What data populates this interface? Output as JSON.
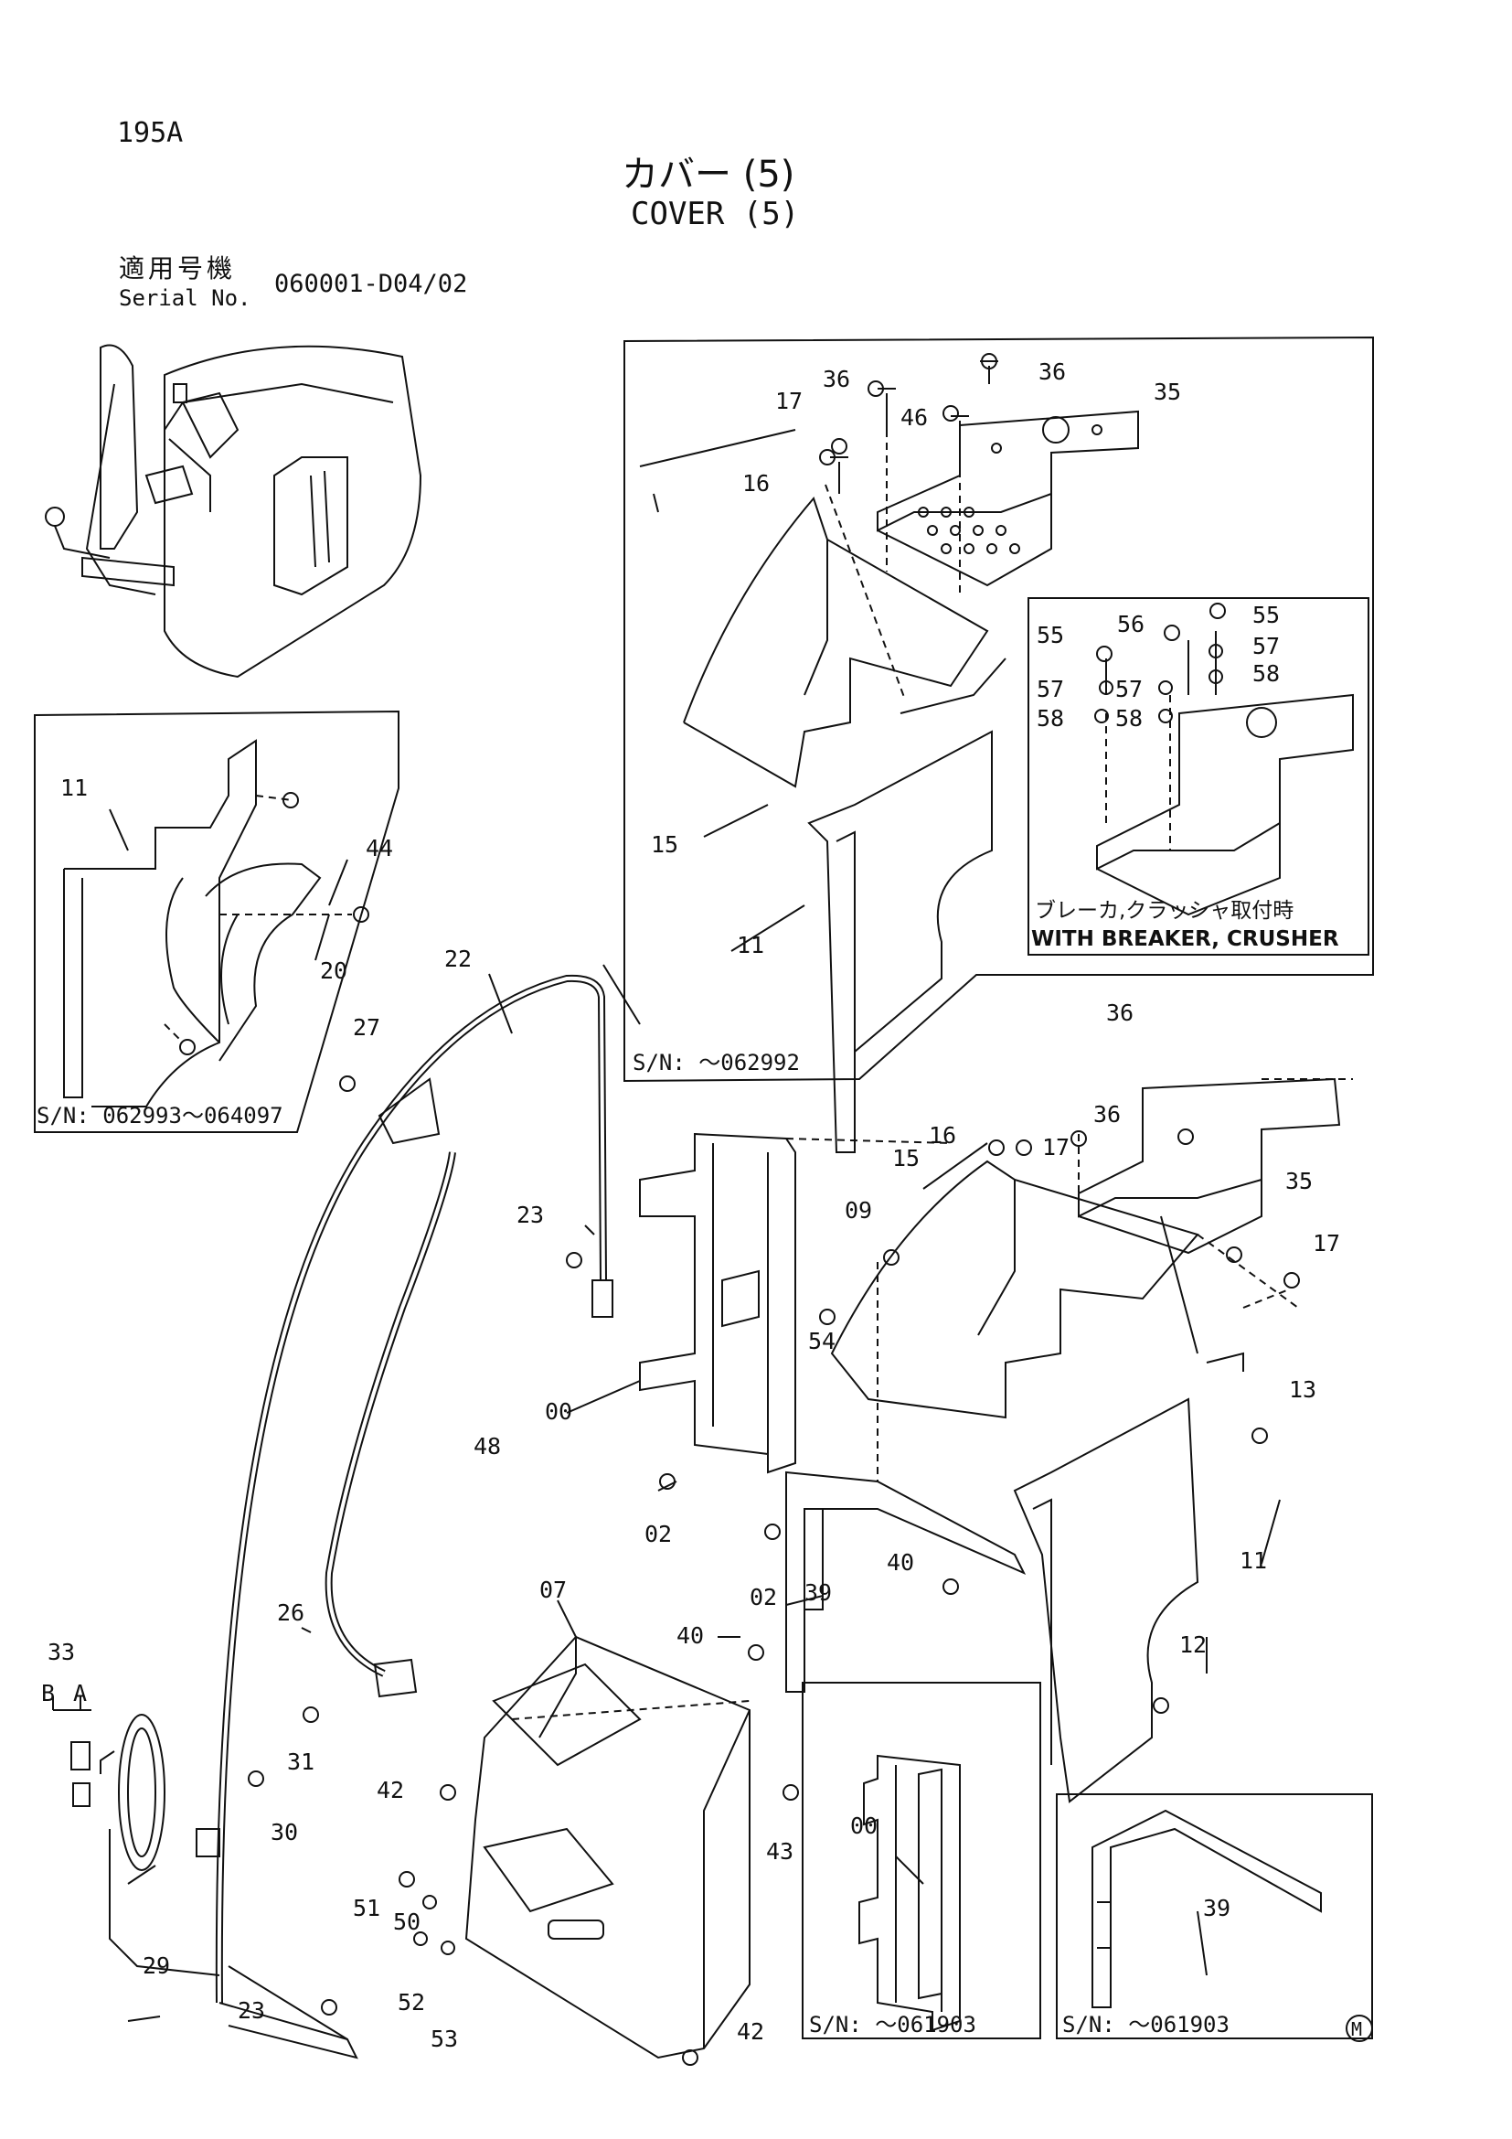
{
  "page_code": "195A",
  "title_jp": "カバー (5)",
  "title_en": "COVER (5)",
  "serial": {
    "label_jp": "適用号機",
    "label_en": "Serial No.",
    "value": "060001-D04/02"
  },
  "insets": {
    "top_right": {
      "serial": "S/N: ～062992",
      "sub_note_jp": "ブレーカ,クラッシャ取付時",
      "sub_note_en": "WITH BREAKER, CRUSHER"
    },
    "left": {
      "serial": "S/N: 062993～064097"
    },
    "bottom_middle": {
      "serial": "S/N: ～061903"
    },
    "bottom_right": {
      "serial": "S/N: ～061903"
    }
  },
  "callouts": [
    "36",
    "36",
    "35",
    "17",
    "46",
    "16",
    "15",
    "11",
    "55",
    "56",
    "55",
    "57",
    "57",
    "57",
    "58",
    "58",
    "58",
    "11",
    "44",
    "20",
    "27",
    "22",
    "23",
    "48",
    "00",
    "02",
    "02",
    "09",
    "54",
    "15",
    "16",
    "17",
    "36",
    "35",
    "36",
    "17",
    "13",
    "11",
    "12",
    "39",
    "40",
    "40",
    "07",
    "26",
    "31",
    "33",
    "B",
    "A",
    "30",
    "29",
    "23",
    "42",
    "51",
    "50",
    "52",
    "53",
    "43",
    "42",
    "00",
    "39"
  ],
  "mark": "M"
}
